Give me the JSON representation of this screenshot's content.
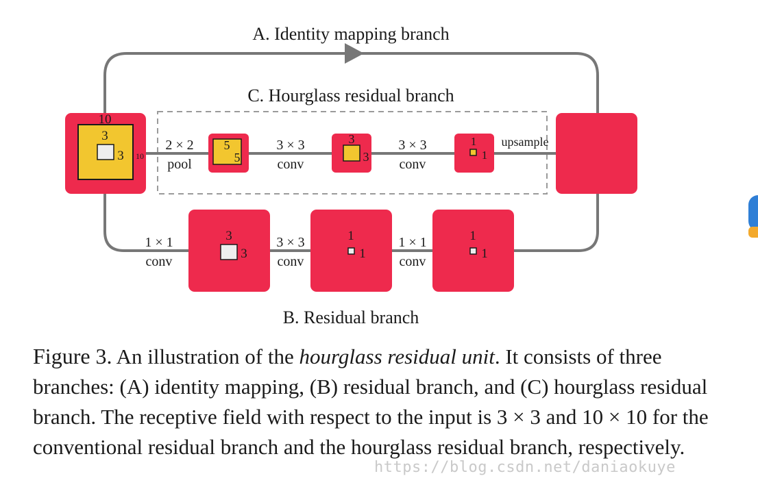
{
  "colors": {
    "block": "#ee2a4d",
    "yellow": "#f2c62f",
    "white_square": "#eeeeee",
    "line": "#777777",
    "dash": "#9a9a9a",
    "text": "#1a1a1a"
  },
  "branches": {
    "identity": "A. Identity mapping branch",
    "hourglass": "C. Hourglass residual branch",
    "residual": "B. Residual branch"
  },
  "input_block": {
    "outer_size": "10",
    "outer_size_side": "10",
    "inner_size_top": "3",
    "inner_size_side": "3"
  },
  "hourglass_ops": [
    {
      "top": "2 × 2",
      "bottom": "pool"
    },
    {
      "top": "3 × 3",
      "bottom": "conv"
    },
    {
      "top": "3 × 3",
      "bottom": "conv"
    },
    {
      "top": "upsample",
      "bottom": ""
    }
  ],
  "hourglass_blocks": [
    {
      "top": "5",
      "side": "5"
    },
    {
      "top": "3",
      "side": "3"
    },
    {
      "top": "1",
      "side": "1"
    }
  ],
  "residual_ops": [
    {
      "top": "1 × 1",
      "bottom": "conv"
    },
    {
      "top": "3 × 3",
      "bottom": "conv"
    },
    {
      "top": "1 × 1",
      "bottom": "conv"
    }
  ],
  "residual_blocks": [
    {
      "top": "3",
      "side": "3"
    },
    {
      "top": "1",
      "side": "1"
    },
    {
      "top": "1",
      "side": "1"
    }
  ],
  "caption": {
    "label": "Figure 3.",
    "part1": " An illustration of the ",
    "emph": "hourglass residual unit",
    "part2": ". It consists of three branches: (A) identity mapping, (B) residual branch, and (C) hourglass residual branch. The receptive field with respect to the input is 3 × 3 and 10 × 10 for the conventional residual branch and the hourglass residual branch, respectively."
  },
  "watermark": "https://blog.csdn.net/daniaokuye"
}
